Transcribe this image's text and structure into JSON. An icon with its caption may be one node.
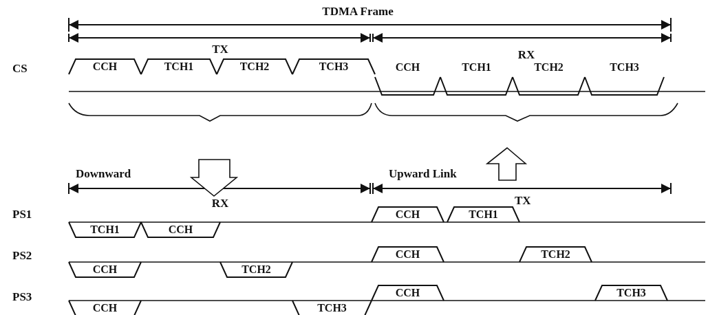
{
  "diagram": {
    "nodes": [
      {
        "text": [
          "CCH"
        ]
      },
      {
        "text": [
          "TCH1"
        ]
      },
      {
        "text": [
          "TCH2"
        ]
      },
      {
        "text": [
          "TCH3"
        ]
      },
      {
        "text": [
          "CCH"
        ]
      },
      {
        "text": [
          "TCH1"
        ]
      },
      {
        "text": [
          "TCH2"
        ]
      },
      {
        "text": [
          "TCH3"
        ]
      },
      {
        "text": [
          "TCH1"
        ]
      },
      {
        "text": [
          "CCH"
        ]
      },
      {
        "text": [
          "CCH"
        ]
      },
      {
        "text": [
          "TCH1"
        ]
      },
      {
        "text": [
          "CCH"
        ]
      },
      {
        "text": [
          "TCH2"
        ]
      },
      {
        "text": [
          "CCH"
        ]
      },
      {
        "text": [
          "TCH2"
        ]
      },
      {
        "text": [
          "CCH"
        ]
      },
      {
        "text": [
          "TCH3"
        ]
      },
      {
        "text": [
          "CCH"
        ]
      },
      {
        "text": [
          "TCH3"
        ]
      }
    ],
    "labels": [
      "TDMA Frame",
      "TX",
      "RX",
      "CS",
      "Downward",
      "Upward Link",
      "TX",
      "RX",
      "PS1",
      "PS2",
      "PS3"
    ]
  }
}
